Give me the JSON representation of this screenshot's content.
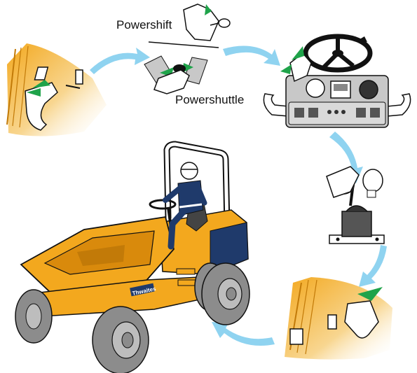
{
  "labels": {
    "powershift": "Powershift",
    "powershuttle": "Powershuttle",
    "brand": "Thwaites"
  },
  "colors": {
    "machine_orange": "#F3A81E",
    "machine_orange_dark": "#D98A0C",
    "flow_arrow": "#8FD3F0",
    "direction_arrow": "#1FA34A",
    "operator_navy": "#1F3A6B",
    "tyre_grey": "#8C8C8C",
    "panel_grey": "#C8C8C8"
  },
  "icons": [
    "accelerator-pedal-icon",
    "powershift-lever-icon",
    "powershuttle-lever-icon",
    "steering-wheel-icon",
    "joystick-control-icon",
    "dumper-machine-icon"
  ]
}
